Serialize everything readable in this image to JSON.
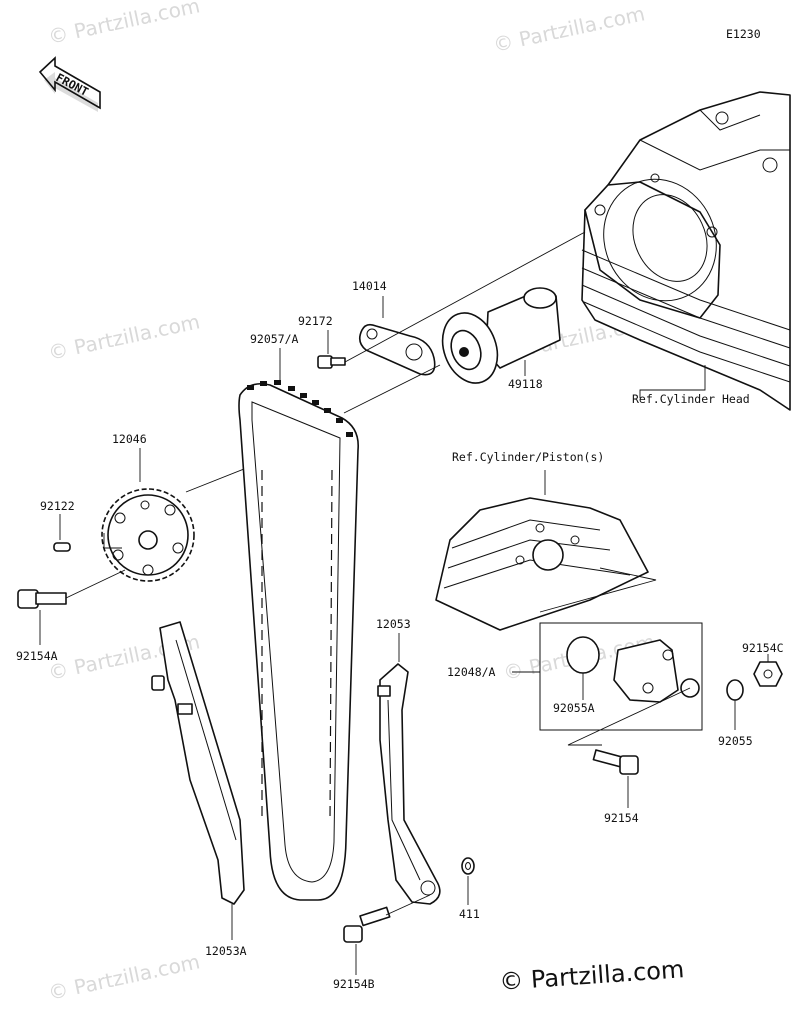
{
  "diagram_code": "E1230",
  "front_label": "FRONT",
  "watermark": "© Partzilla.com",
  "watermark_big": "© Partzilla.com",
  "labels": {
    "p14014": "14014",
    "p92172": "92172",
    "p92057A": "92057/A",
    "p49118": "49118",
    "ref_head": "Ref.Cylinder Head",
    "p12046": "12046",
    "p92122": "92122",
    "p92154A": "92154A",
    "ref_piston": "Ref.Cylinder/Piston(s)",
    "p12053": "12053",
    "p12048A": "12048/A",
    "p92055A": "92055A",
    "p92154C": "92154C",
    "p92055": "92055",
    "p92154": "92154",
    "p12053A": "12053A",
    "p411": "411",
    "p92154B": "92154B"
  }
}
